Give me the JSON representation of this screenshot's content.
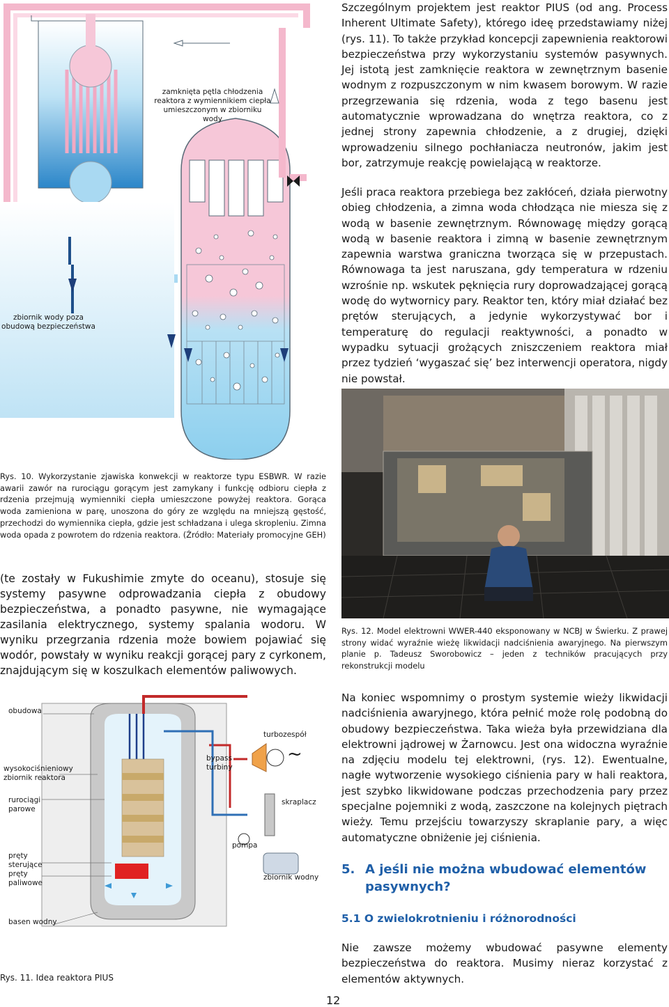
{
  "fig10": {
    "label_loop": [
      "zamknięta pętla chłodzenia",
      "reaktora z wymiennikiem ciepła",
      "umieszczonym w zbiorniku wody"
    ],
    "label_tank": [
      "zbiornik wody poza",
      "obudową bezpieczeństwa"
    ],
    "caption": "Rys. 10. Wykorzystanie zjawiska konwekcji w reaktorze typu ESBWR. W razie awarii zawór na rurociągu gorącym jest zamykany i funkcję odbioru ciepła z rdzenia przejmują wymienniki ciepła umieszczone powyżej reaktora. Gorąca woda zamieniona w parę, unoszona do góry ze względu na mniejszą gęstość, przechodzi do wymiennika ciepła, gdzie jest schładzana i ulega skropleniu. Zimna woda opada z powrotem do rdzenia reaktora. (Źródło: Materiały promocyjne GEH)"
  },
  "text_top": [
    "Szczególnym projektem jest reaktor PIUS (od ang. Process Inherent Ultimate Safety), którego ideę przedstawiamy niżej (rys. 11). To także przykład koncepcji zapewnienia reaktorowi bezpieczeństwa przy wykorzystaniu systemów pasywnych. Jej istotą jest zamknięcie reaktora w zewnętrznym basenie wodnym z rozpuszczonym w nim kwasem borowym. W razie przegrzewania się rdzenia, woda z tego basenu jest automatycznie wprowadzana do wnętrza reaktora, co z jednej strony zapewnia chłodzenie, a z drugiej, dzięki wprowadzeniu silnego pochłaniacza neutronów, jakim jest bor, zatrzymuje reakcję powielającą w reaktorze.",
    "Jeśli praca reaktora przebiega bez zakłóceń, działa pierwotny obieg chłodzenia, a zimna woda chłodząca nie miesza się z wodą w basenie zewnętrznym. Równowagę między gorącą wodą w basenie reaktora i zimną w basenie zewnętrznym zapewnia warstwa graniczna tworząca się w przepustach. Równowaga ta jest naruszana, gdy temperatura w rdzeniu wzrośnie np. wskutek pęknięcia rury doprowadzającej gorącą wodę do wytwornicy pary. Reaktor ten, który miał działać bez prętów sterujących, a jedynie wykorzystywać bor i temperaturę do regulacji reaktywności, a ponadto w wypadku sytuacji grożących zniszczeniem reaktora miał przez tydzień ʻwygaszać sięʼ bez interwencji operatora, nigdy nie powstał."
  ],
  "text_left": "(te zostały w Fukushimie zmyte do oceanu), stosuje się systemy pasywne odprowadzania ciepła z obudowy bezpieczeństwa, a ponadto pasywne, nie wymagające zasilania elektrycznego, systemy spalania wodoru. W wyniku przegrzania rdzenia może bowiem pojawiać się wodór, powstały w wyniku reakcji gorącej pary z cyrkonem, znajdującym się w koszulkach elementów paliwowych.",
  "fig12_caption": "Rys. 12. Model elektrowni WWER-440 eksponowany w NCBJ w Świerku. Z prawej strony widać wyraźnie wieżę likwidacji nadciśnienia awaryjnego. Na pierwszym planie p. Tadeusz Sworobowicz – jeden z techników pracujących przy rekonstrukcji modelu",
  "text_right": "Na koniec wspomnimy o prostym systemie wieży likwidacji nadciśnienia awaryjnego, która pełnić może rolę podobną do obudowy bezpieczeństwa. Taka wieża była przewidziana dla elektrowni jądrowej w Żarnowcu. Jest ona widoczna wyraźnie na zdjęciu modelu tej elektrowni, (rys. 12). Ewentualne, nagłe wytworzenie wysokiego ciśnienia pary w hali reaktora, jest szybko likwidowane podczas przechodzenia pary przez specjalne pojemniki z wodą, zaszczone na kolejnych piętrach wieży. Temu przejściu towarzyszy skraplanie pary, a więc automatyczne obniżenie jej ciśnienia.",
  "section5": {
    "number": "5.",
    "title": "A jeśli nie można wbudować elementów pasywnych?"
  },
  "section51": "5.1 O zwielokrotnieniu i różnorodności",
  "text_final": "Nie zawsze możemy wbudować pasywne elementy bezpieczeństwa do reaktora. Musimy nieraz korzystać z elementów aktywnych.",
  "fig11": {
    "labels": {
      "obudowa": "obudowa",
      "zbiornik1": "wysokociśnieniowy",
      "zbiornik2": "zbiornik reaktora",
      "ruro1": "rurociągi",
      "ruro2": "parowe",
      "prety1": "pręty",
      "prety2": "sterujące",
      "prety3": "pręty",
      "prety4": "paliwowe",
      "basen": "basen wodny",
      "bypass1": "bypass",
      "bypass2": "turbiny",
      "turbozespol": "turbozespół",
      "skraplacz": "skraplacz",
      "pompa": "pompa",
      "zbiornik_wodny": "zbiornik wodny",
      "tilde": "~"
    },
    "caption": "Rys. 11. Idea reaktora PIUS"
  },
  "page_number": "12",
  "colors": {
    "heading": "#1f5fa8",
    "hot_pink": "#f4c5d6",
    "cool_blue": "#9fd3ee",
    "deep_blue": "#1e6fb3",
    "pipe_red": "#d42a2a"
  }
}
